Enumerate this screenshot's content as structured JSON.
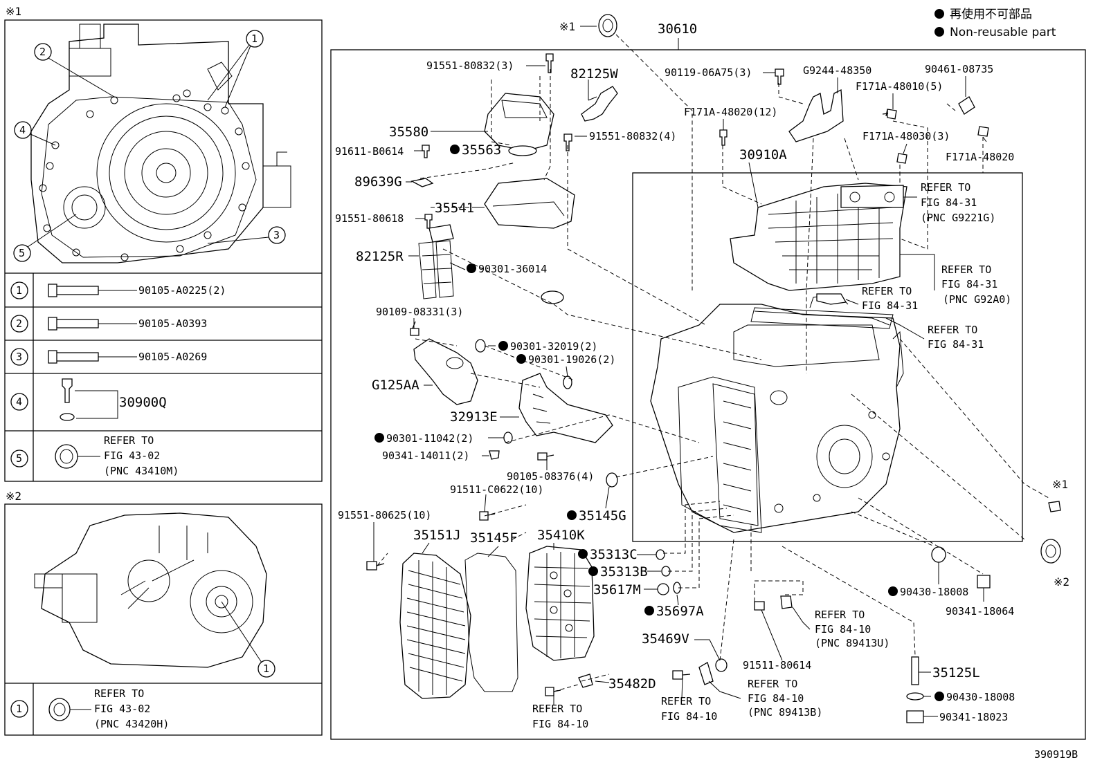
{
  "legend": {
    "reuse_jp": "再使用不可部品",
    "reuse_en": "Non-reusable part",
    "ref_marks": [
      "※1",
      "※2"
    ]
  },
  "diagram_code": "390919B",
  "main": {
    "assembly": "30610",
    "case": "30910A"
  },
  "side_table_1": {
    "mark": "※1",
    "rows": [
      {
        "num": "1",
        "part": "90105-A0225(2)"
      },
      {
        "num": "2",
        "part": "90105-A0393"
      },
      {
        "num": "3",
        "part": "90105-A0269"
      },
      {
        "num": "4",
        "part": "30900Q"
      },
      {
        "num": "5",
        "ref1": "REFER TO",
        "ref2": "FIG 43-02",
        "ref3": "(PNC 43410M)"
      }
    ],
    "callouts": [
      "1",
      "2",
      "3",
      "4",
      "5"
    ]
  },
  "side_table_2": {
    "mark": "※2",
    "rows": [
      {
        "num": "1",
        "ref1": "REFER TO",
        "ref2": "FIG 43-02",
        "ref3": "(PNC 43420H)"
      }
    ],
    "callouts": [
      "1"
    ]
  },
  "parts": {
    "p91551_80832_3": "91551-80832(3)",
    "p82125W": "82125W",
    "p35580": "35580",
    "p91611_B0614": "91611-B0614",
    "p35563": "35563",
    "p91551_80832_4": "91551-80832(4)",
    "p89639G": "89639G",
    "p35541": "35541",
    "p91551_80618": "91551-80618",
    "p82125R": "82125R",
    "p90301_36014": "90301-36014",
    "p90109_08331": "90109-08331(3)",
    "p90301_32019": "90301-32019(2)",
    "p90301_19026": "90301-19026(2)",
    "pG125AA": "G125AA",
    "p32913E": "32913E",
    "p90301_11042": "90301-11042(2)",
    "p90341_14011": "90341-14011(2)",
    "p90105_08376": "90105-08376(4)",
    "p91511_C0622": "91511-C0622(10)",
    "p35145G": "35145G",
    "p91551_80625": "91551-80625(10)",
    "p35151J": "35151J",
    "p35145F": "35145F",
    "p35410K": "35410K",
    "p35313C": "35313C",
    "p35313B": "35313B",
    "p35617M": "35617M",
    "p35697A": "35697A",
    "p35469V": "35469V",
    "p35482D": "35482D",
    "p90119_06A75": "90119-06A75(3)",
    "pG9244_48350": "G9244-48350",
    "p90461_08735": "90461-08735",
    "pF171A_48010": "F171A-48010(5)",
    "pF171A_48020_12": "F171A-48020(12)",
    "pF171A_48030": "F171A-48030(3)",
    "pF171A_48020": "F171A-48020",
    "p90430_18008_a": "90430-18008",
    "p90341_18064": "90341-18064",
    "p91511_80614": "91511-80614",
    "p35125L": "35125L",
    "p90430_18008_b": "90430-18008",
    "p90341_18023": "90341-18023"
  },
  "refs": {
    "refer": "REFER TO",
    "fig_84_31": "FIG 84-31",
    "fig_84_10": "FIG 84-10",
    "pnc_g9221g": "(PNC G9221G)",
    "pnc_g92a0": "(PNC G92A0)",
    "pnc_89413u": "(PNC 89413U)",
    "pnc_89413b": "(PNC 89413B)"
  }
}
